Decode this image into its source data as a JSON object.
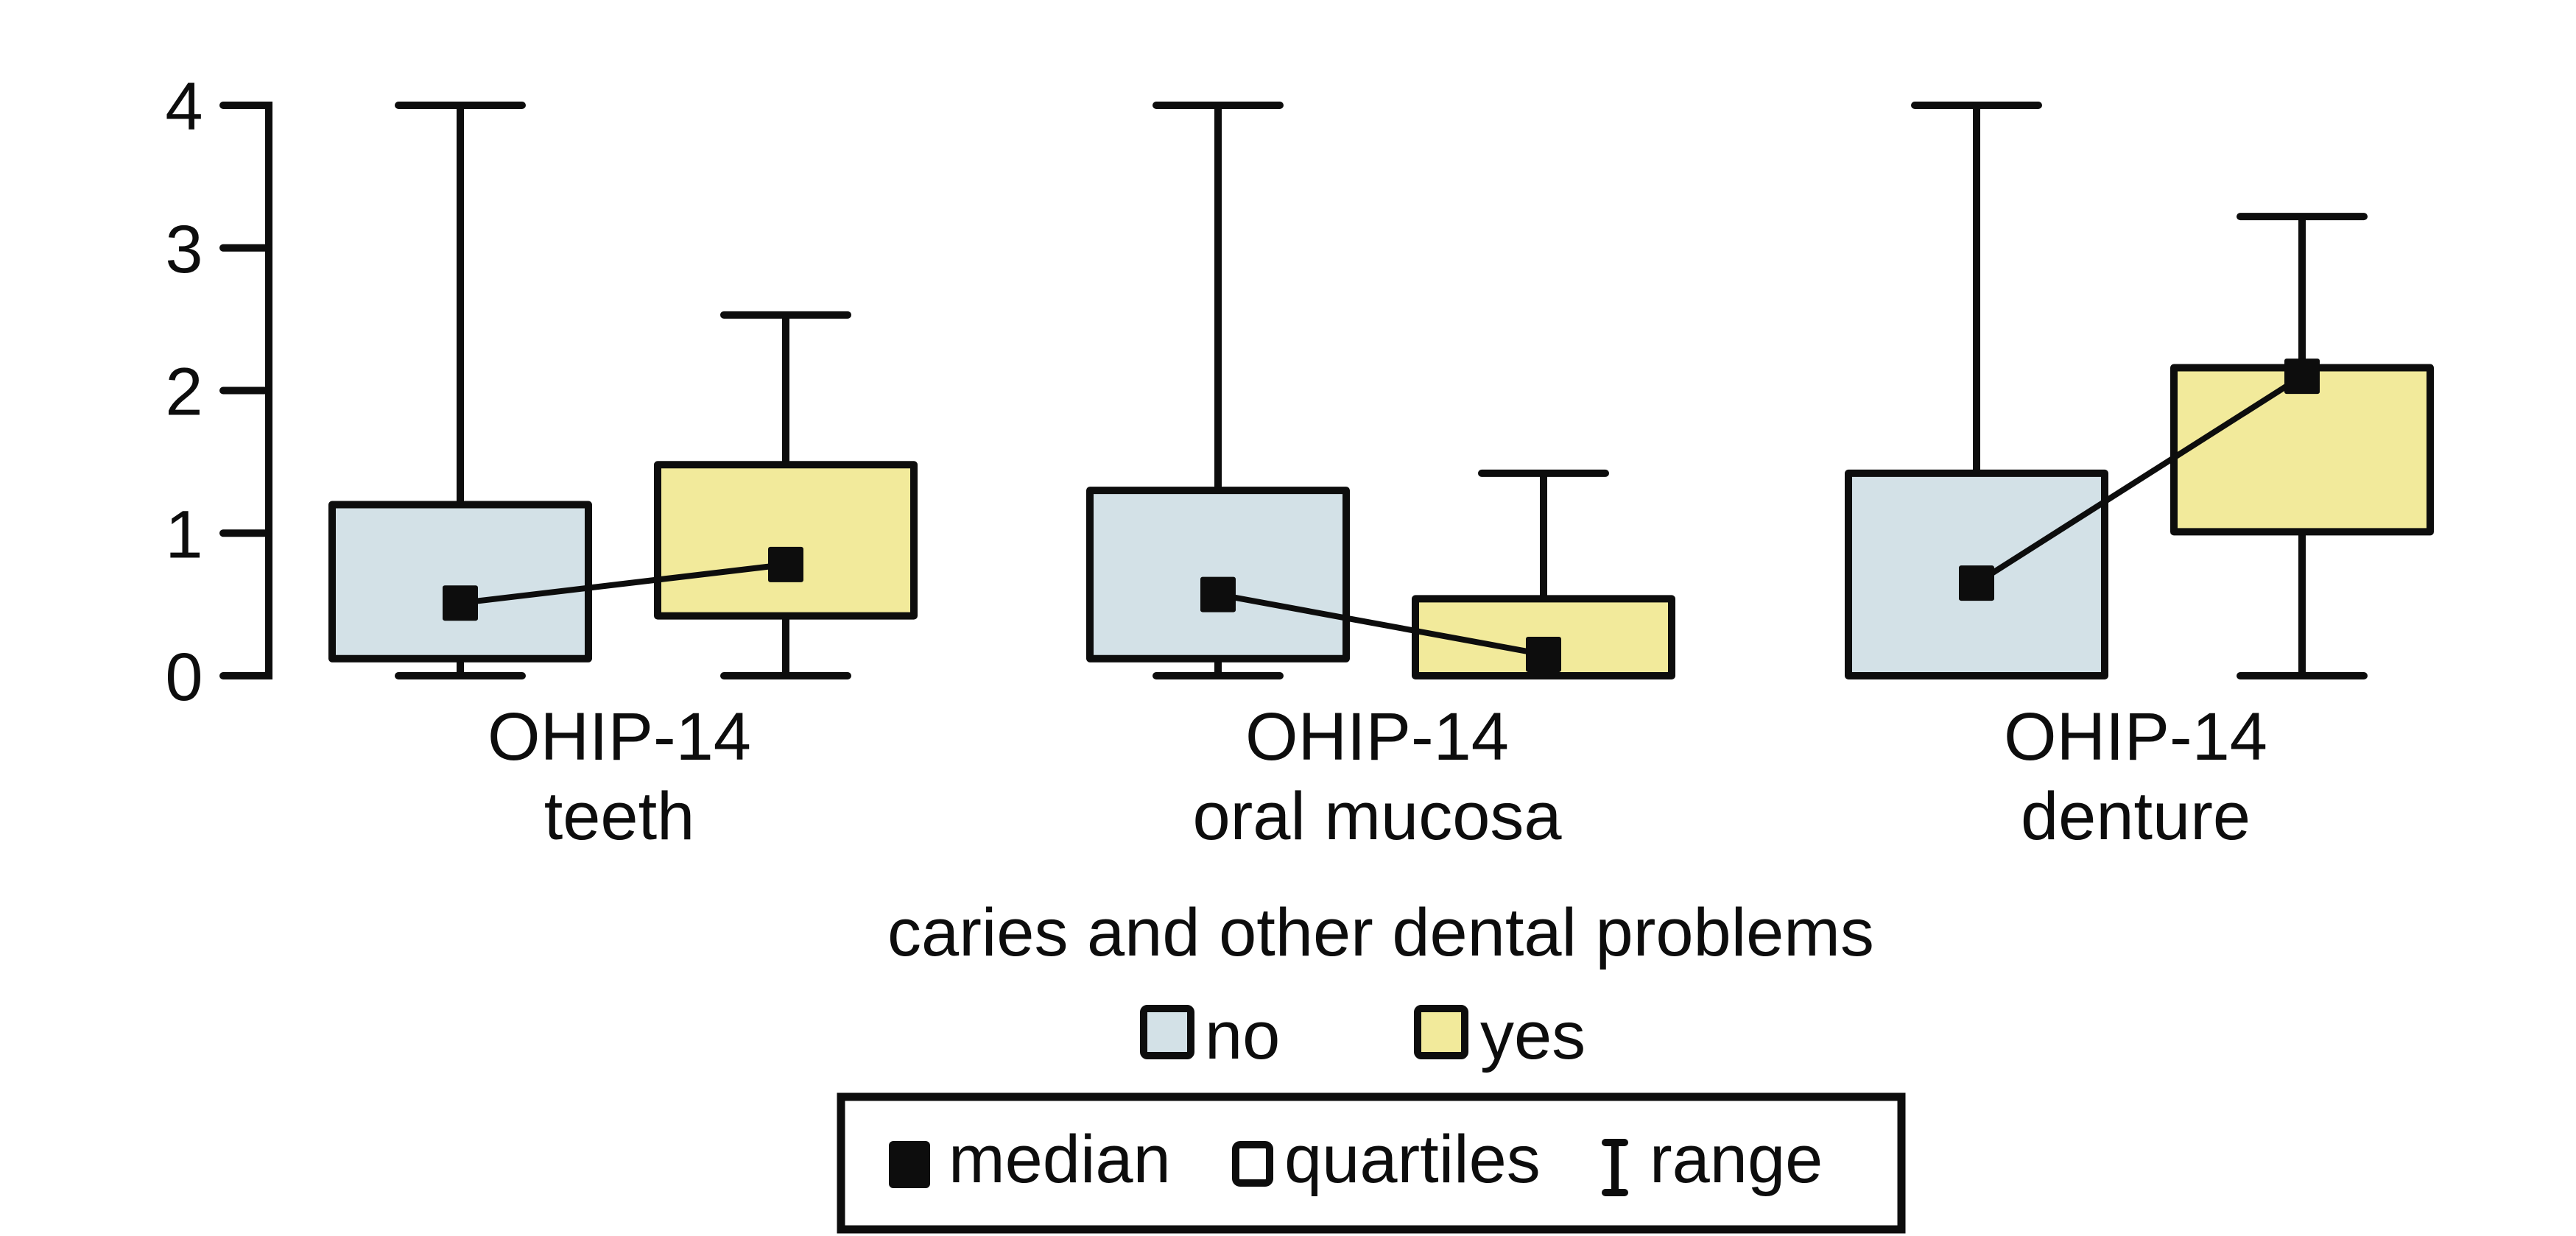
{
  "chart_data": {
    "type": "box",
    "title": "",
    "xlabel": "caries and other dental problems",
    "ylabel": "",
    "ylim": [
      0,
      4
    ],
    "yticks": [
      0,
      1,
      2,
      3,
      4
    ],
    "grid": false,
    "categories": [
      {
        "line1": "OHIP-14",
        "line2": "teeth"
      },
      {
        "line1": "OHIP-14",
        "line2": "oral mucosa"
      },
      {
        "line1": "OHIP-14",
        "line2": "denture"
      }
    ],
    "series": [
      {
        "name": "no",
        "color": "#d3e1e7",
        "boxes": [
          {
            "min": 0,
            "q1": 0.12,
            "median": 0.51,
            "q3": 1.2,
            "max": 4
          },
          {
            "min": 0,
            "q1": 0.12,
            "median": 0.57,
            "q3": 1.3,
            "max": 4
          },
          {
            "min": 0,
            "q1": 0,
            "median": 0.65,
            "q3": 1.42,
            "max": 4
          }
        ]
      },
      {
        "name": "yes",
        "color": "#f2ea9b",
        "boxes": [
          {
            "min": 0,
            "q1": 0.42,
            "median": 0.78,
            "q3": 1.48,
            "max": 2.53
          },
          {
            "min": 0,
            "q1": 0,
            "median": 0.15,
            "q3": 0.54,
            "max": 1.42
          },
          {
            "min": 0,
            "q1": 1.01,
            "median": 2.1,
            "q3": 2.16,
            "max": 3.22
          }
        ]
      }
    ],
    "legend": {
      "title": "caries and other dental problems",
      "groups": [
        {
          "label": "no",
          "color": "#d3e1e7"
        },
        {
          "label": "yes",
          "color": "#f2ea9b"
        }
      ],
      "symbols": [
        {
          "label": "median",
          "icon": "filled-square-icon"
        },
        {
          "label": "quartiles",
          "icon": "hollow-square-icon"
        },
        {
          "label": "range",
          "icon": "i-beam-icon"
        }
      ],
      "placement": "bottom-center"
    },
    "median_connector": true
  }
}
